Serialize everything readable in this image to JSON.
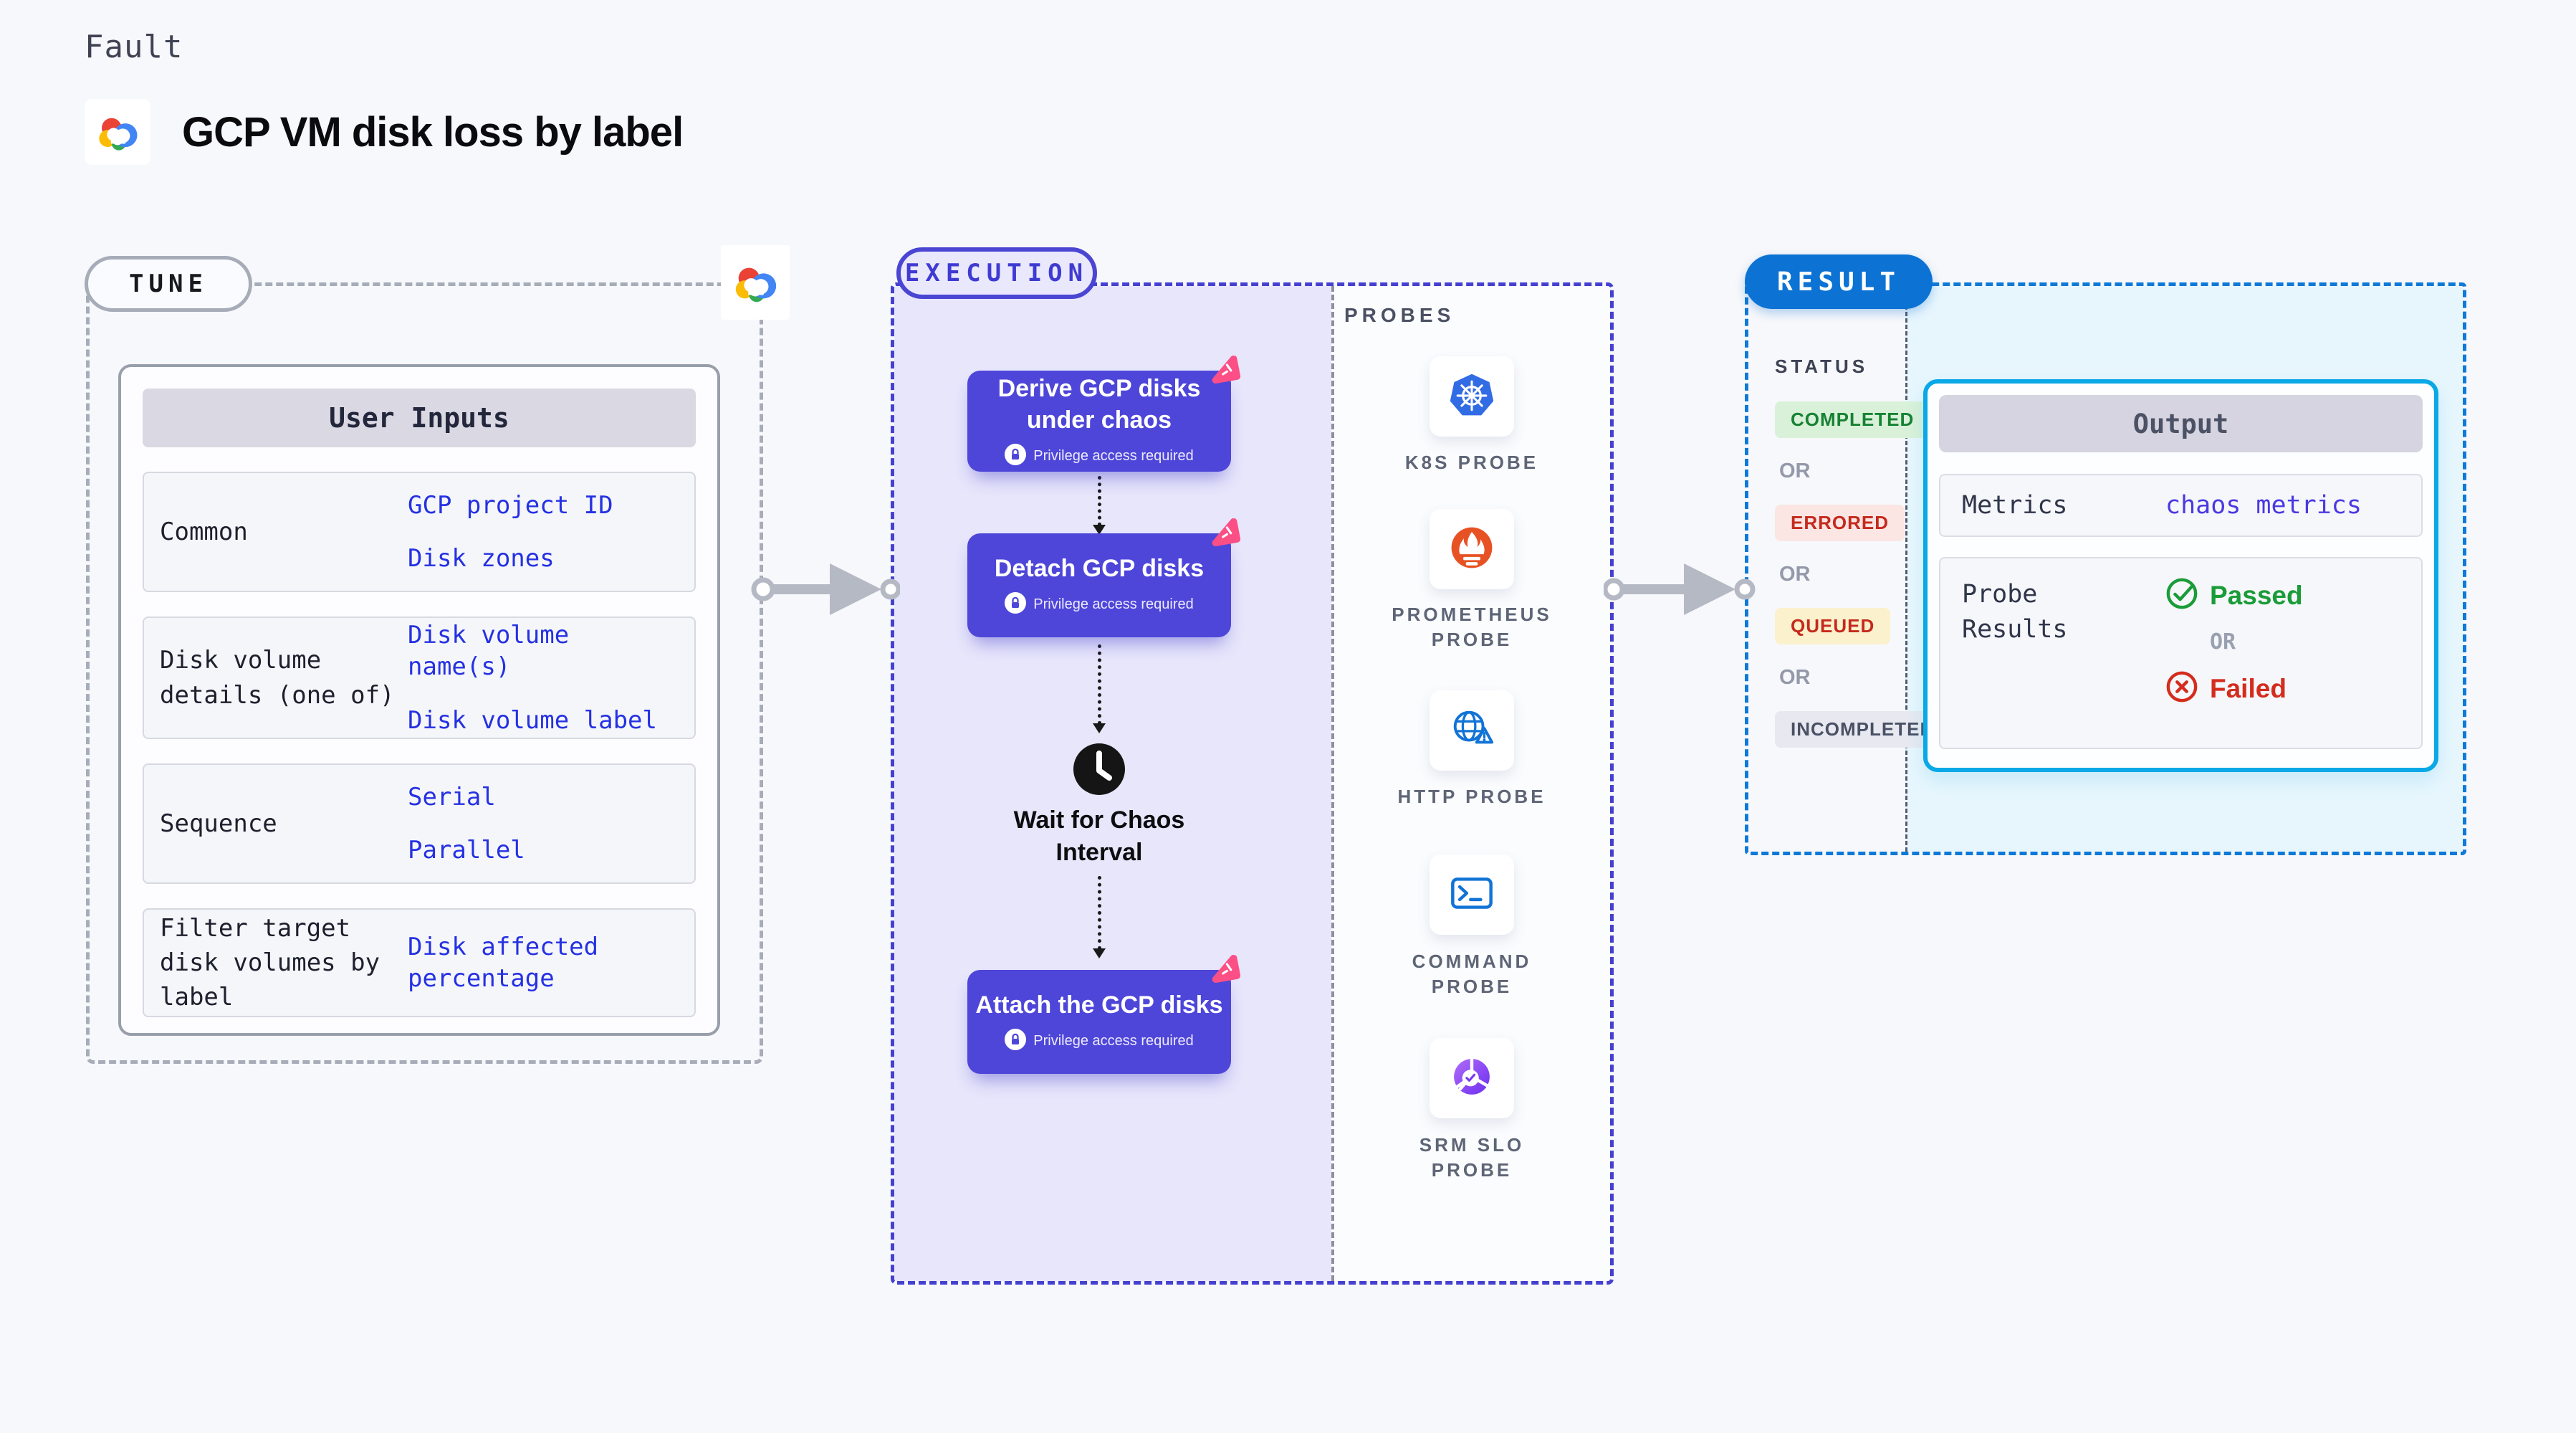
{
  "page": {
    "kicker": "Fault",
    "title": "GCP VM disk loss by label"
  },
  "colors": {
    "accent_indigo": "#4a46d3",
    "node_purple": "#4e46d9",
    "lavender_fill": "#e7e6fb",
    "tune_border_gray": "#a6acb8",
    "probes_fill": "#fbfcfe",
    "result_pill_blue": "#0c72d4",
    "result_border_blue": "#0d79d8",
    "cyan_fill": "#e7f6fd",
    "panel_cyan_border": "#09a8e6",
    "value_blue": "#2531e2",
    "metrics_value_blue": "#4a39e2",
    "passed_green": "#1a9c38",
    "failed_red": "#d42c1d",
    "completed_bg": "#d9f1d9",
    "completed_text": "#178234",
    "errored_bg": "#fbe6e4",
    "errored_text": "#c52a1d",
    "queued_bg": "#fbf1cd",
    "queued_text": "#c52a1d",
    "incompleted_bg": "#e8e9f0",
    "incompleted_text": "#4a5166",
    "chaos_pink": "#fb4f86",
    "arrow_gray": "#b5b9c4"
  },
  "tune": {
    "pill": "TUNE",
    "table": {
      "header": "User Inputs",
      "rows": [
        {
          "label": "Common",
          "values": [
            "GCP project ID",
            "Disk zones"
          ]
        },
        {
          "label": "Disk volume details (one of)",
          "values": [
            "Disk volume name(s)",
            "Disk volume label"
          ]
        },
        {
          "label": "Sequence",
          "values": [
            "Serial",
            "Parallel"
          ]
        },
        {
          "label": "Filter target disk volumes by label",
          "values": [
            "Disk affected percentage"
          ]
        }
      ]
    }
  },
  "execution": {
    "pill": "EXECUTION",
    "privilege_note": "Privilege access required",
    "steps": [
      {
        "title_line1": "Derive GCP disks",
        "title_line2": "under chaos"
      },
      {
        "title_line1": "Detach GCP disks"
      },
      {
        "title_line1": "Attach the GCP disks"
      }
    ],
    "wait_step": {
      "line1": "Wait for Chaos",
      "line2": "Interval"
    }
  },
  "probes": {
    "label": "PROBES",
    "items": [
      {
        "line1": "K8S PROBE"
      },
      {
        "line1": "PROMETHEUS",
        "line2": "PROBE"
      },
      {
        "line1": "HTTP PROBE"
      },
      {
        "line1": "COMMAND",
        "line2": "PROBE"
      },
      {
        "line1": "SRM SLO",
        "line2": "PROBE"
      }
    ]
  },
  "result": {
    "pill": "RESULT",
    "status": {
      "label": "STATUS",
      "separator": "OR",
      "badges": [
        "COMPLETED",
        "ERRORED",
        "QUEUED",
        "INCOMPLETED"
      ]
    },
    "output": {
      "header": "Output",
      "metrics_label": "Metrics",
      "metrics_value": "chaos metrics",
      "probe_results_label": "Probe Results",
      "passed": "Passed",
      "or": "OR",
      "failed": "Failed"
    }
  }
}
